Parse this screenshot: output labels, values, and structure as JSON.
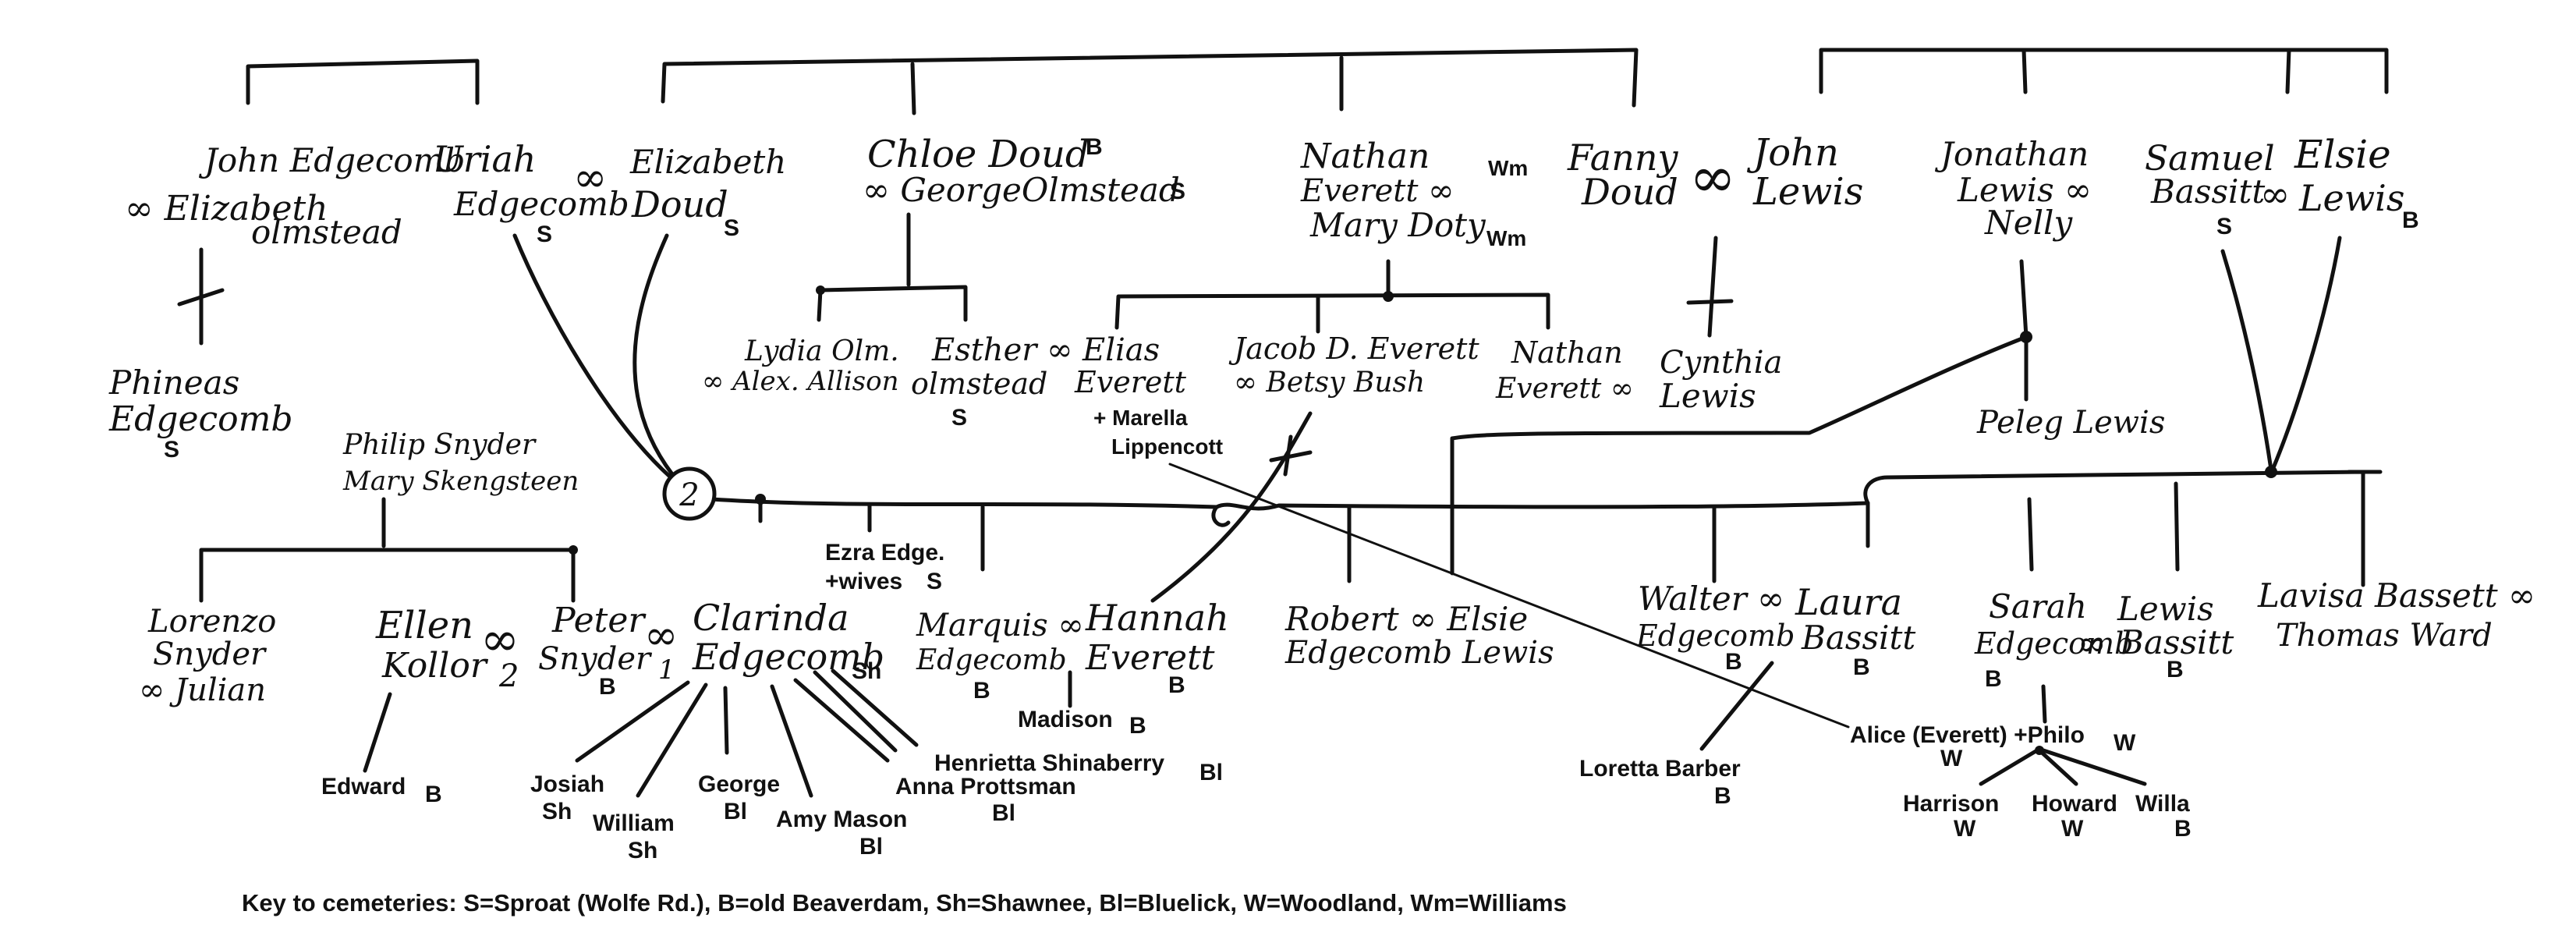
{
  "names": {
    "john_edgecomb": "John Edgecomb",
    "elizabeth_olmstead_1": "∞ Elizabeth",
    "elizabeth_olmstead_2": "olmstead",
    "uriah_1": "Uriah",
    "uriah_2": "Edgecomb",
    "elizabeth_doud_1": "Elizabeth",
    "elizabeth_doud_2": "Doud",
    "chloe_doud": "Chloe Doud",
    "george_olmstead": "∞ GeorgeOlmstead",
    "nathan_everett_1": "Nathan",
    "nathan_everett_2": "Everett ∞",
    "mary_doty": "Mary Doty",
    "fanny_doud_1": "Fanny",
    "fanny_doud_2": "Doud",
    "john_lewis_1": "John",
    "john_lewis_2": "Lewis",
    "jonathan_lewis_1": "Jonathan",
    "jonathan_lewis_2": "Lewis ∞",
    "jonathan_lewis_3": "Nelly",
    "samuel_bassitt_1": "Samuel",
    "samuel_bassitt_2": "Bassitt",
    "elsie_lewis_1": "Elsie",
    "elsie_lewis_2": "Lewis",
    "phineas_1": "Phineas",
    "phineas_2": "Edgecomb",
    "philip_snyder_1": "Philip Snyder",
    "philip_snyder_2": "Mary Skengsteen",
    "lydia_1": "Lydia Olm.",
    "lydia_2": "∞ Alex. Allison",
    "esther_1": "Esther ∞",
    "esther_2": "olmstead",
    "elias_1": "Elias",
    "elias_2": "Everett",
    "marella_1": "+ Marella",
    "marella_2": "Lippencott",
    "jacob_1": "Jacob D. Everett",
    "jacob_2": "∞ Betsy Bush",
    "nathan_jr_1": "Nathan",
    "nathan_jr_2": "Everett ∞",
    "cynthia_1": "Cynthia",
    "cynthia_2": "Lewis",
    "peleg_lewis": "Peleg Lewis",
    "ezra_1": "Ezra Edge.",
    "ezra_2": "+wives",
    "circle_num": "2",
    "lorenzo_1": "Lorenzo",
    "lorenzo_2": "Snyder",
    "lorenzo_3": "∞ Julian",
    "ellen_1": "Ellen",
    "ellen_2": "Kollor",
    "infinity_2": "∞",
    "num_2": "2",
    "peter_1": "Peter",
    "peter_2": "Snyder",
    "infinity_1": "∞",
    "num_1": "1",
    "clarinda_1": "Clarinda",
    "clarinda_2": "Edgecomb",
    "marquis_1": "Marquis ∞",
    "marquis_2": "Edgecomb",
    "hannah_1": "Hannah",
    "hannah_2": "Everett",
    "robert_1": "Robert ∞ Elsie",
    "robert_2": "Edgecomb  Lewis",
    "walter_1": "Walter ∞",
    "walter_2": "Edgecomb",
    "laura_1": "Laura",
    "laura_2": "Bassitt",
    "sarah_1": "Sarah",
    "sarah_2": "Edgecomb",
    "lewis_bassitt_1": "Lewis",
    "lewis_bassitt_2": "Bassitt",
    "lavisa_1": "Lavisa Bassett ∞",
    "lavisa_2": "Thomas Ward",
    "edward": "Edward",
    "josiah_1": "Josiah",
    "josiah_2": "Sh",
    "william_1": "William",
    "william_2": "Sh",
    "george_1": "George",
    "george_2": "Bl",
    "amy_1": "Amy Mason",
    "amy_2": "Bl",
    "anna_1": "Anna Prottsman",
    "anna_2": "Bl",
    "henrietta": "Henrietta Shinaberry",
    "madison": "Madison",
    "loretta_1": "Loretta Barber",
    "loretta_2": "B",
    "alice_1": "Alice (Everett) +Philo",
    "alice_2": "W",
    "harrison_1": "Harrison",
    "harrison_2": "W",
    "howard_1": "Howard",
    "howard_2": "W",
    "willa_1": "Willa",
    "willa_2": "B"
  },
  "cemetery_codes": {
    "S": "S",
    "B": "B",
    "Sh": "Sh",
    "Bl": "Bl",
    "W": "W",
    "Wm": "Wm"
  },
  "key_text": "Key to cemeteries: S=Sproat (Wolfe Rd.), B=old Beaverdam, Sh=Shawnee, Bl=Bluelick, W=Woodland, Wm=Williams"
}
